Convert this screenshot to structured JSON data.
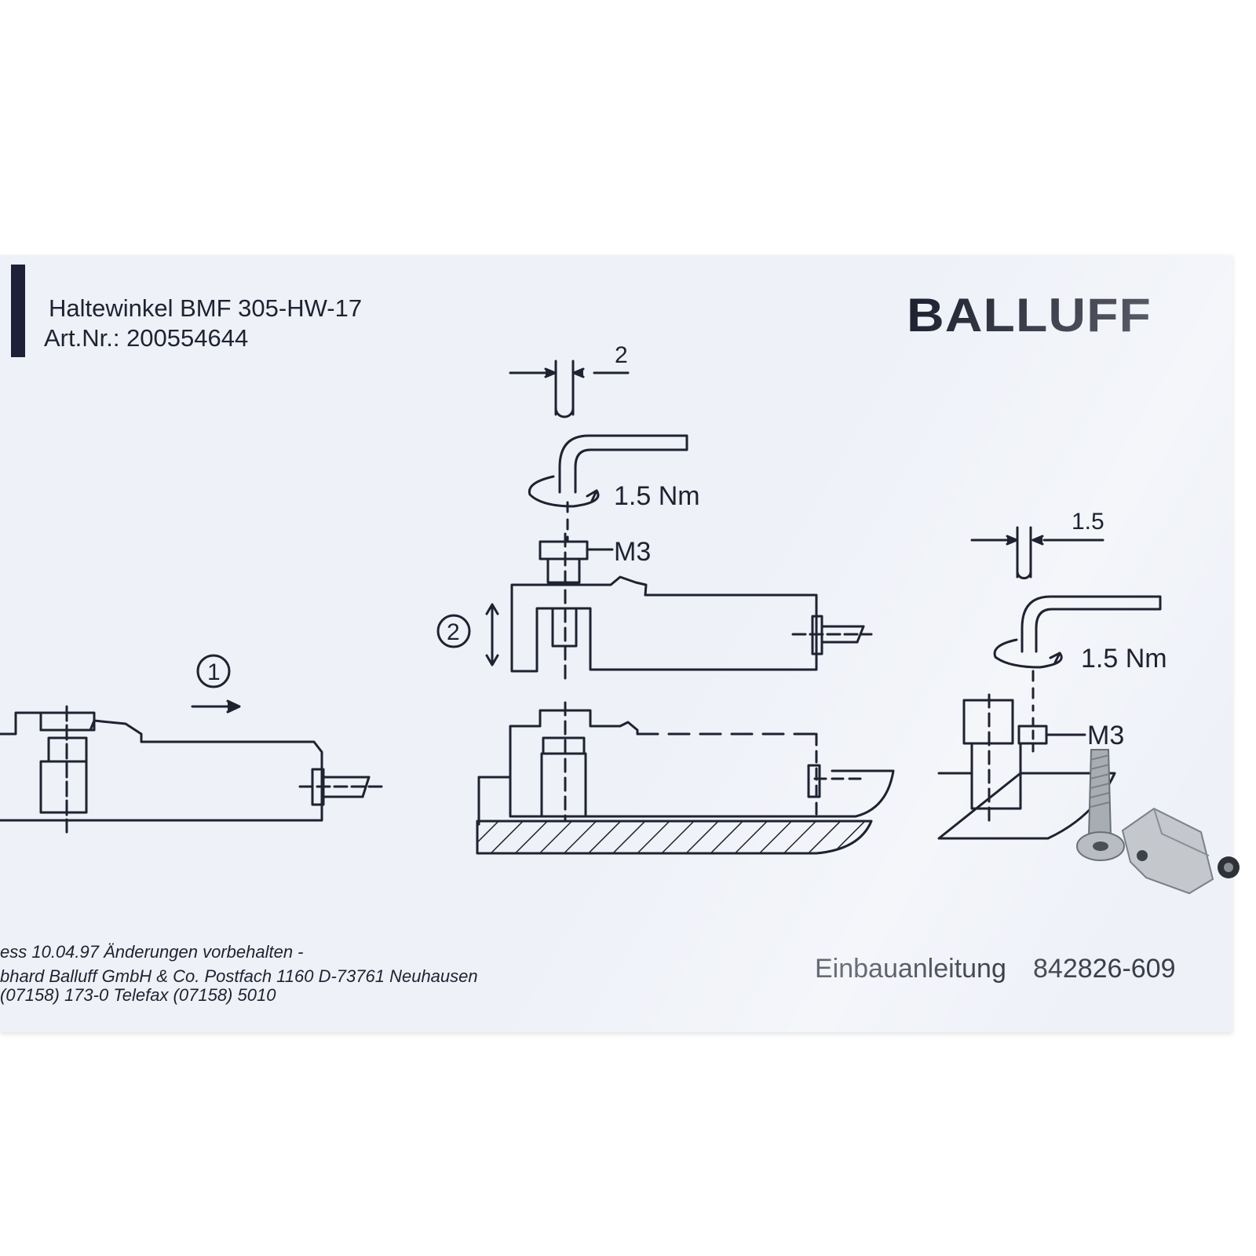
{
  "header": {
    "title": "Haltewinkel BMF 305-HW-17",
    "art_nr": "Art.Nr.: 200554644",
    "brand": "BALLUFF"
  },
  "diagram": {
    "step1": "1",
    "step2": "2",
    "dim_top": "2",
    "torque_center": "1.5  Nm",
    "screw_center": "M3",
    "dim_right": "1.5",
    "torque_right": "1.5  Nm",
    "screw_right": "M3"
  },
  "footer": {
    "line1": "ess   10.04.97   Änderungen vorbehalten    -",
    "line2": "bhard Balluff GmbH & Co.  Postfach 1160  D-73761 Neuhausen",
    "line3": "(07158) 173-0  Telefax (07158) 5010",
    "doc_label": "Einbauanleitung",
    "doc_number": "842826-609"
  },
  "colors": {
    "paper": "#eef1f8",
    "ink": "#1f2230"
  }
}
